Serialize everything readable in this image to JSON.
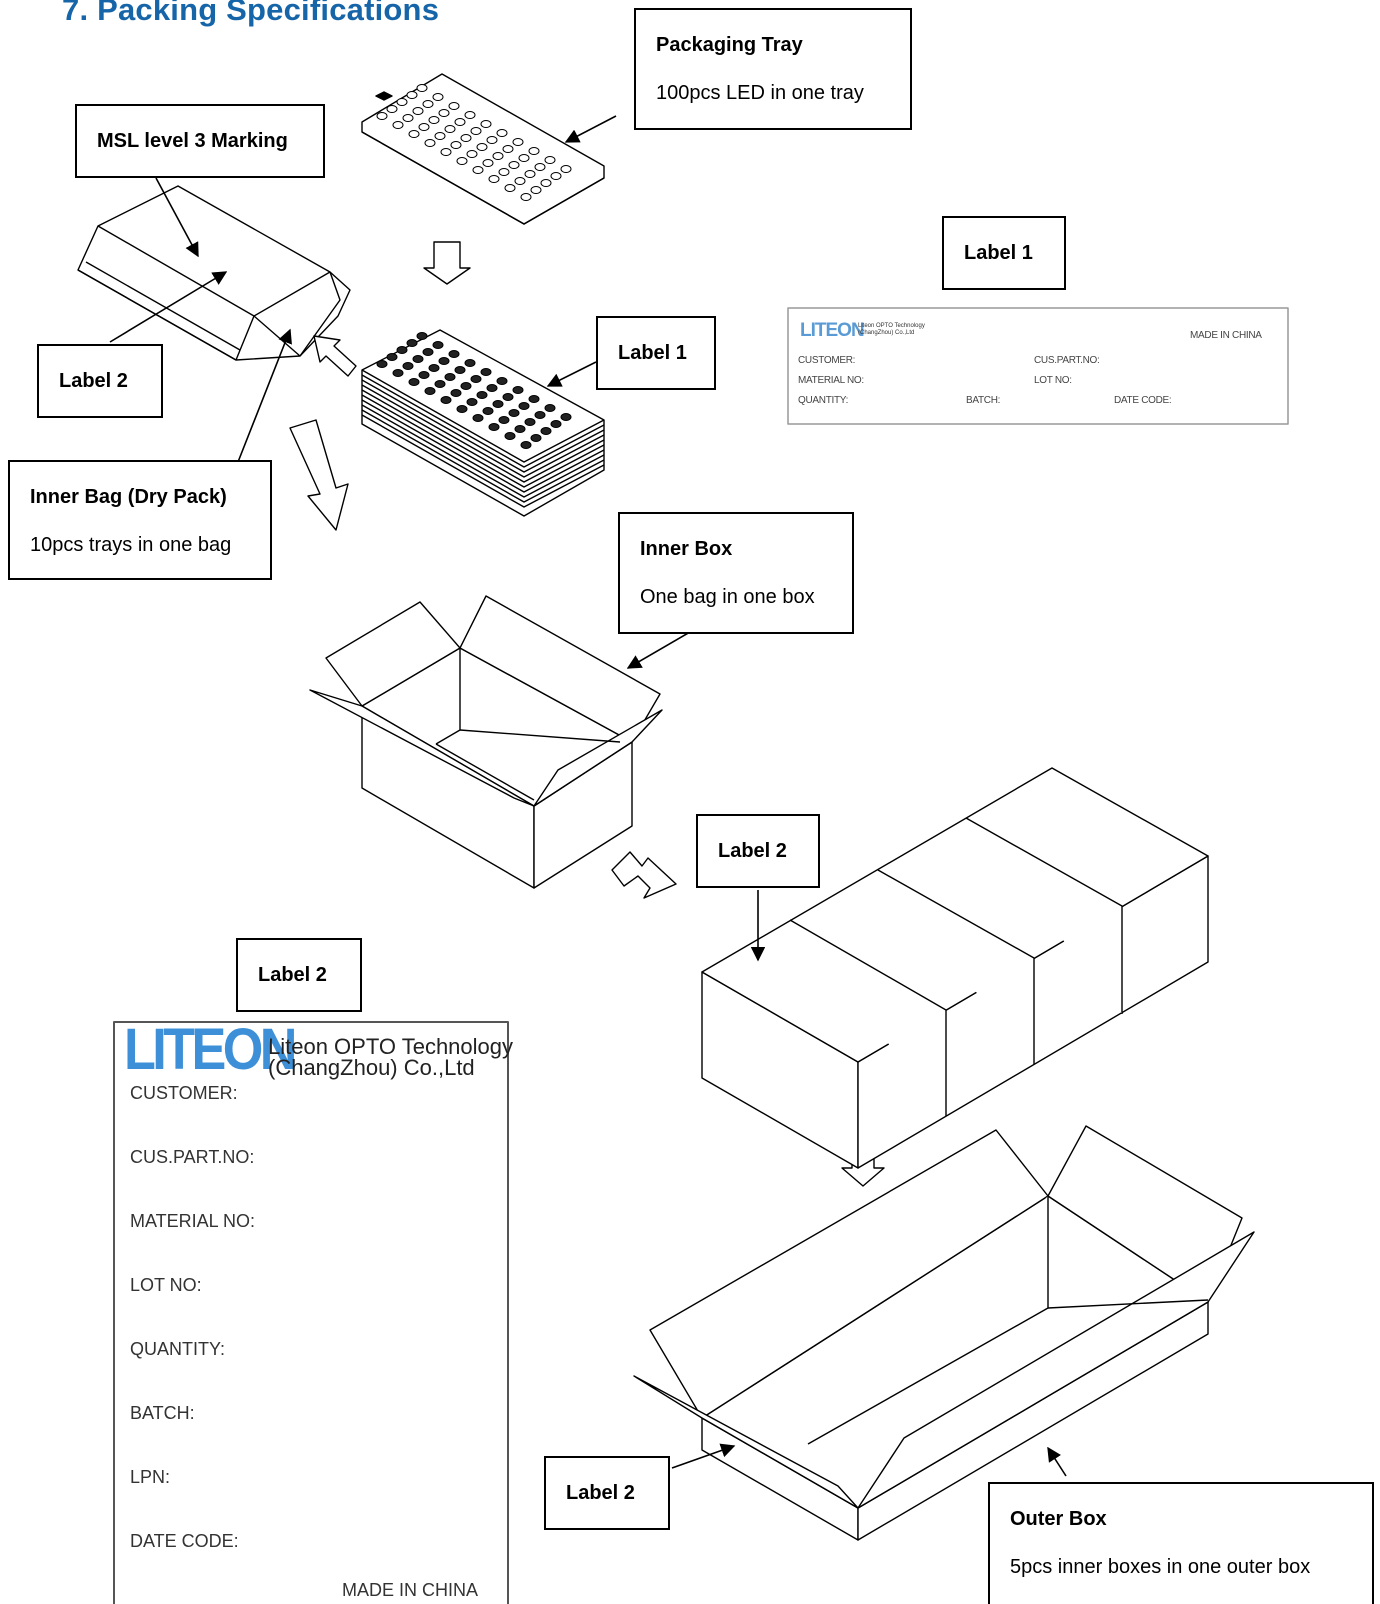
{
  "title": "7. Packing Specifications",
  "callouts": {
    "packaging_tray": {
      "heading": "Packaging Tray",
      "sub": "100pcs LED in one tray"
    },
    "msl_marking": {
      "heading": "MSL level 3 Marking"
    },
    "label1_top": {
      "heading": "Label 1"
    },
    "label1_tray": {
      "heading": "Label 1"
    },
    "label2_bag": {
      "heading": "Label 2"
    },
    "inner_bag": {
      "heading": "Inner Bag (Dry Pack)",
      "sub": "10pcs trays in one bag"
    },
    "inner_box": {
      "heading": "Inner Box",
      "sub": "One bag in one box"
    },
    "label2_boxes": {
      "heading": "Label 2"
    },
    "label2_sample": {
      "heading": "Label 2"
    },
    "label2_outer": {
      "heading": "Label 2"
    },
    "outer_box": {
      "heading": "Outer Box",
      "sub": "5pcs inner boxes in one outer box"
    }
  },
  "label1_sample": {
    "logo": "LITEON",
    "company_line1": "Liteon OPTO Technology",
    "company_line2": "(ChangZhou) Co.,Ltd",
    "made_in": "MADE IN CHINA",
    "customer": "CUSTOMER:",
    "cus_part": "CUS.PART.NO:",
    "material": "MATERIAL NO:",
    "lot": "LOT NO:",
    "quantity": "QUANTITY:",
    "batch": "BATCH:",
    "date_code": "DATE CODE:"
  },
  "label2_sample": {
    "logo": "LITEON",
    "company_line1": "Liteon OPTO Technology",
    "company_line2": "(ChangZhou) Co.,Ltd",
    "fields": [
      "CUSTOMER:",
      "CUS.PART.NO:",
      "MATERIAL NO:",
      "LOT NO:",
      "QUANTITY:",
      "BATCH:",
      "LPN:",
      "DATE CODE:"
    ],
    "made_in": "MADE IN CHINA"
  },
  "colors": {
    "title": "#1565a8",
    "logo": "#3d8fd8"
  }
}
